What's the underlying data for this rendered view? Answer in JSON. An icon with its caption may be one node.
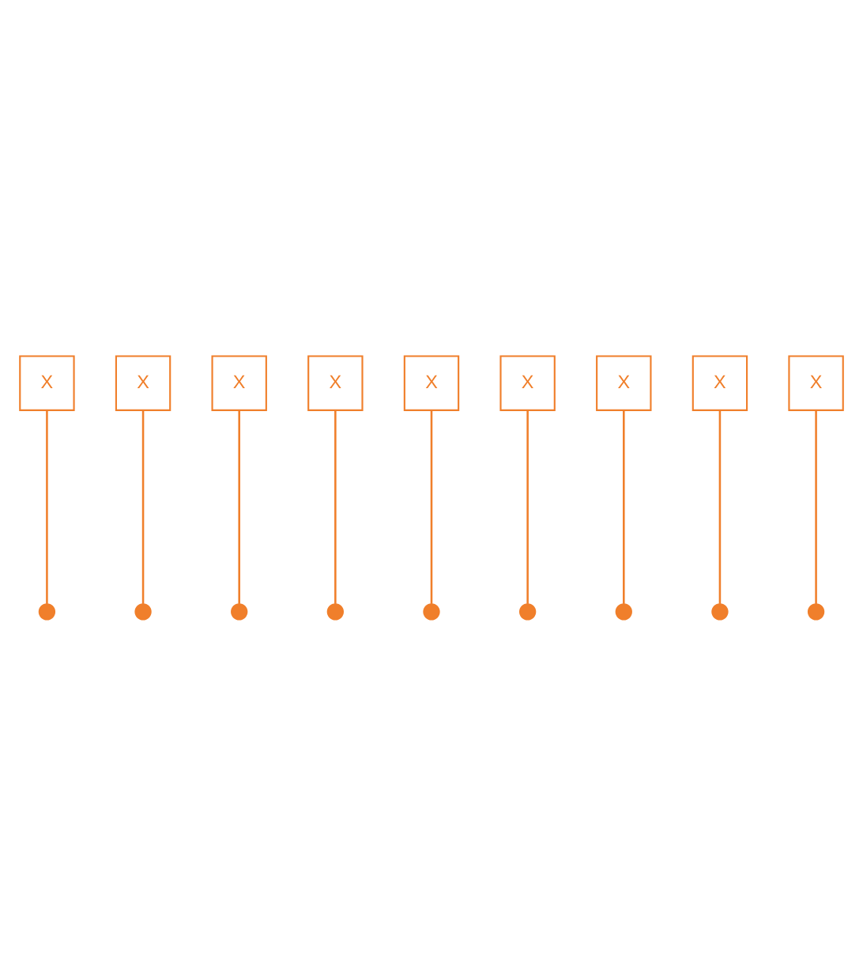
{
  "diagram": {
    "nodes": [
      {
        "text": [
          "X"
        ]
      },
      {
        "text": [
          "X"
        ]
      },
      {
        "text": [
          "X"
        ]
      },
      {
        "text": [
          "X"
        ]
      },
      {
        "text": [
          "X"
        ]
      },
      {
        "text": [
          "X"
        ]
      },
      {
        "text": [
          "X"
        ]
      },
      {
        "text": [
          "X"
        ]
      },
      {
        "text": [
          "X"
        ]
      },
      {
        "text": [],
        "shape": "circle"
      },
      {
        "text": [],
        "shape": "circle"
      },
      {
        "text": [],
        "shape": "circle"
      },
      {
        "text": [],
        "shape": "circle"
      },
      {
        "text": [],
        "shape": "circle"
      },
      {
        "text": [],
        "shape": "circle"
      },
      {
        "text": [],
        "shape": "circle"
      },
      {
        "text": [],
        "shape": "circle"
      },
      {
        "text": [],
        "shape": "circle"
      }
    ],
    "edges": [
      {
        "from": 0,
        "to": 9,
        "arrow": "none"
      },
      {
        "from": 1,
        "to": 10,
        "arrow": "none"
      },
      {
        "from": 2,
        "to": 11,
        "arrow": "none"
      },
      {
        "from": 3,
        "to": 12,
        "arrow": "none"
      },
      {
        "from": 4,
        "to": 13,
        "arrow": "none"
      },
      {
        "from": 5,
        "to": 14,
        "arrow": "none"
      },
      {
        "from": 6,
        "to": 15,
        "arrow": "none"
      },
      {
        "from": 7,
        "to": 16,
        "arrow": "none"
      },
      {
        "from": 8,
        "to": 17,
        "arrow": "none"
      }
    ]
  }
}
